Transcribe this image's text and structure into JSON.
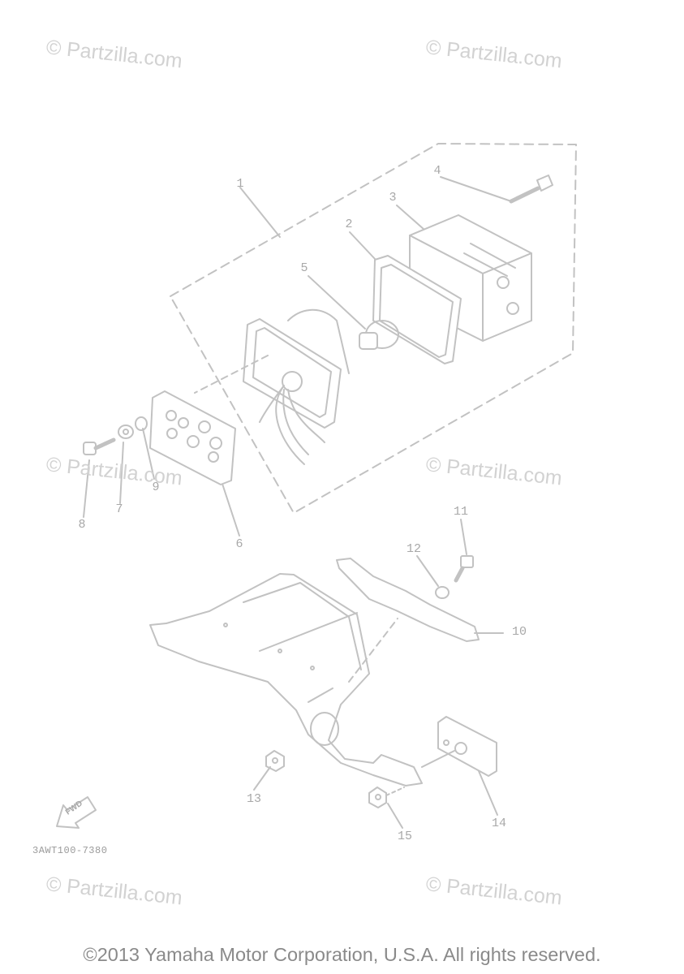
{
  "watermark": "© Partzilla.com",
  "callouts": {
    "c1": "1",
    "c2": "2",
    "c3": "3",
    "c4": "4",
    "c5": "5",
    "c6": "6",
    "c7": "7",
    "c8": "8",
    "c9": "9",
    "c10": "10",
    "c11": "11",
    "c12": "12",
    "c13": "13",
    "c14": "14",
    "c15": "15"
  },
  "fwd_label": "FWD",
  "part_code": "3AWT100-7380",
  "copyright": "©2013 Yamaha Motor Corporation, U.S.A. All rights reserved.",
  "colors": {
    "line": "#c2c2c2",
    "text": "#a8a8a8",
    "watermark": "#d2d2d2"
  }
}
